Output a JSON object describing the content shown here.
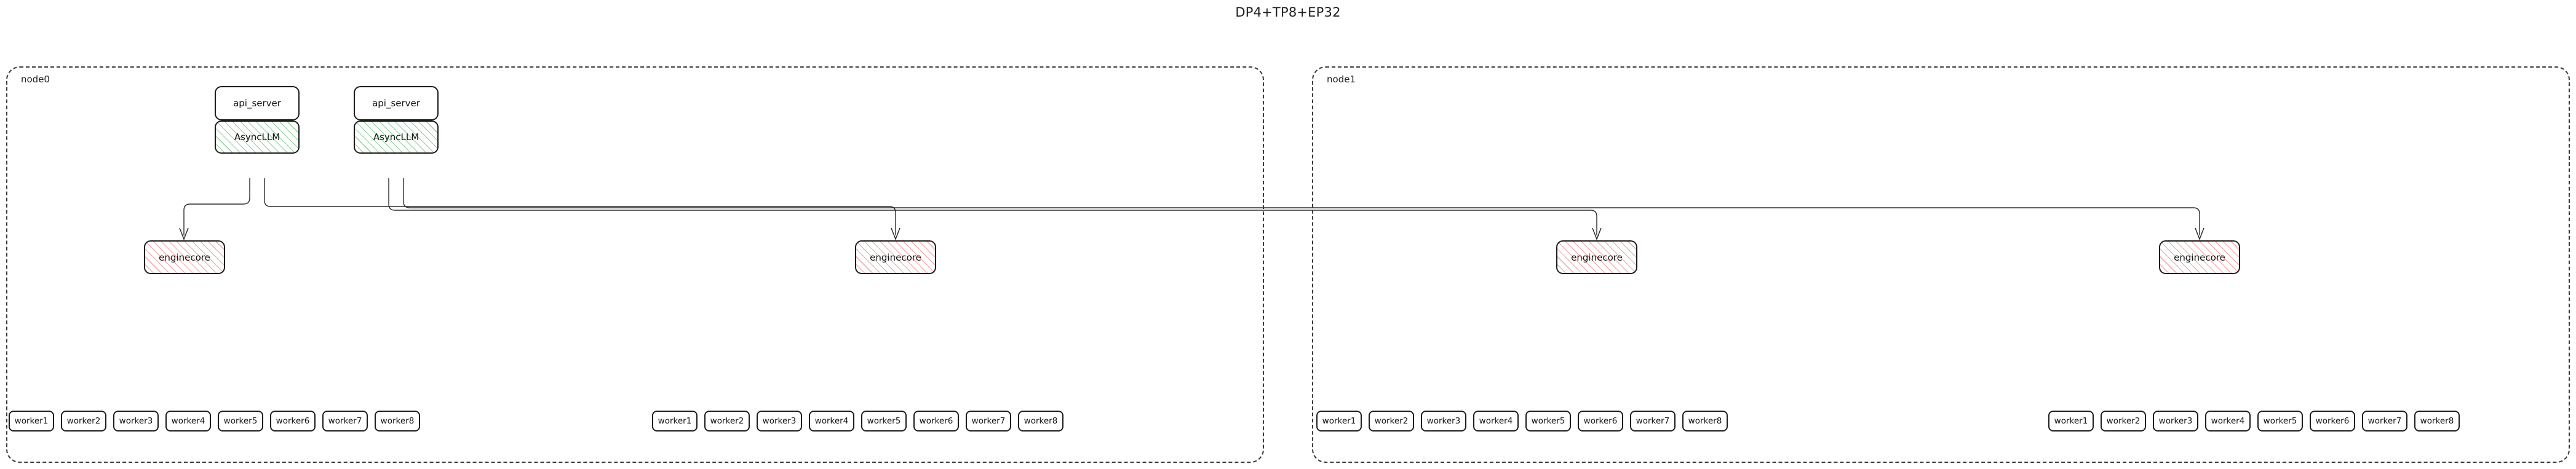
{
  "title": "DP4+TP8+EP32",
  "colors": {
    "async_hatch": "#78c882",
    "engine_hatch": "#f09696",
    "box_border": "#1d1d1d",
    "node_border": "#3a3a3a",
    "wire": "#2b2b2b",
    "background": "#ffffff"
  },
  "nodes": [
    {
      "id": "node0",
      "label": "node0",
      "api_servers": [
        {
          "label": "api_server"
        },
        {
          "label": "api_server"
        }
      ],
      "async_llms": [
        {
          "label": "AsyncLLM"
        },
        {
          "label": "AsyncLLM"
        }
      ],
      "enginecores": [
        {
          "label": "enginecore"
        },
        {
          "label": "enginecore"
        }
      ],
      "worker_groups": [
        {
          "workers": [
            "worker1",
            "worker2",
            "worker3",
            "worker4",
            "worker5",
            "worker6",
            "worker7",
            "worker8"
          ]
        },
        {
          "workers": [
            "worker1",
            "worker2",
            "worker3",
            "worker4",
            "worker5",
            "worker6",
            "worker7",
            "worker8"
          ]
        }
      ]
    },
    {
      "id": "node1",
      "label": "node1",
      "api_servers": [],
      "async_llms": [],
      "enginecores": [
        {
          "label": "enginecore"
        },
        {
          "label": "enginecore"
        }
      ],
      "worker_groups": [
        {
          "workers": [
            "worker1",
            "worker2",
            "worker3",
            "worker4",
            "worker5",
            "worker6",
            "worker7",
            "worker8"
          ]
        },
        {
          "workers": [
            "worker1",
            "worker2",
            "worker3",
            "worker4",
            "worker5",
            "worker6",
            "worker7",
            "worker8"
          ]
        }
      ]
    }
  ]
}
